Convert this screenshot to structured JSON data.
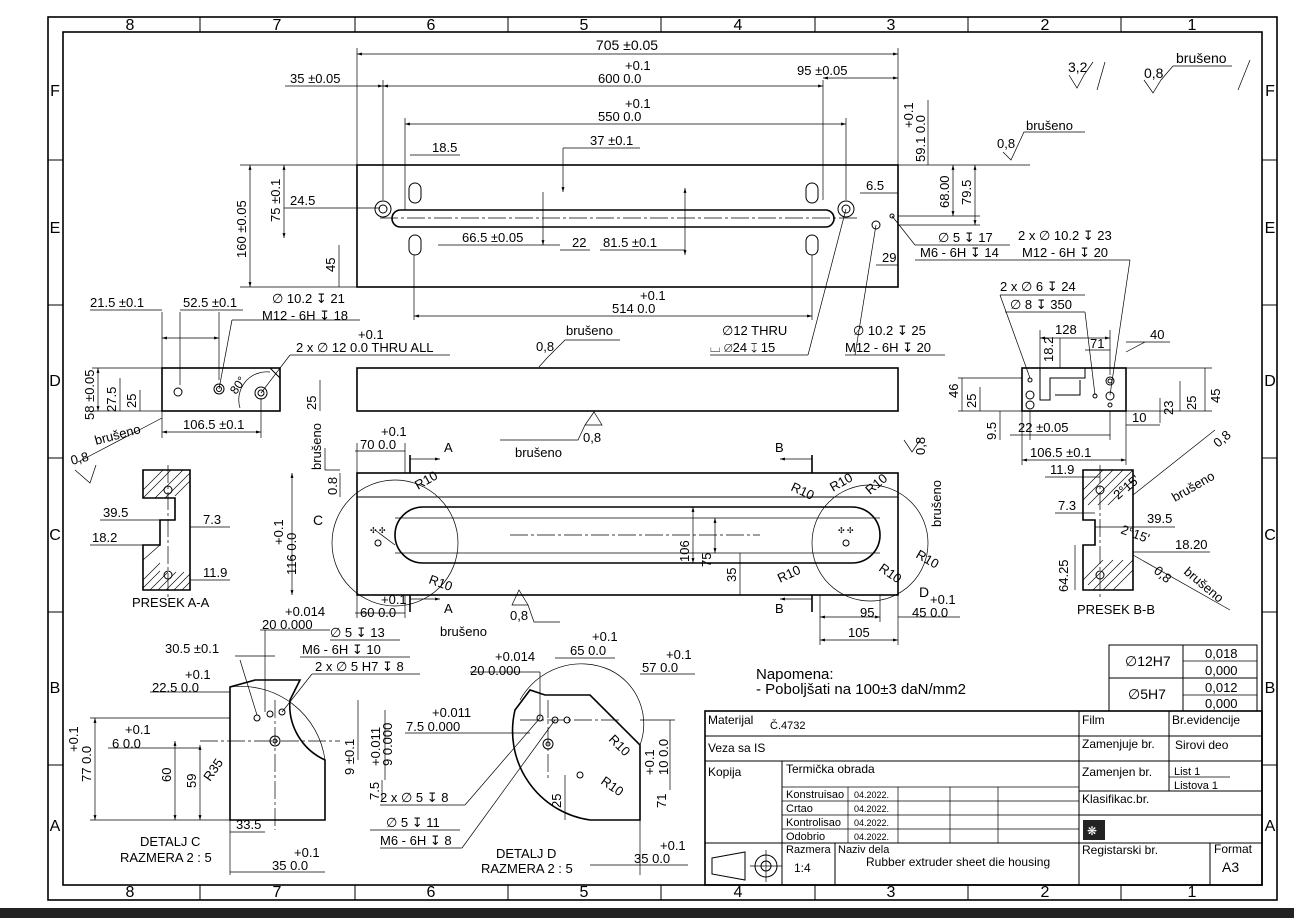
{
  "border": {
    "columns": [
      "8",
      "7",
      "6",
      "5",
      "4",
      "3",
      "2",
      "1"
    ],
    "rows": [
      "F",
      "E",
      "D",
      "C",
      "B",
      "A"
    ]
  },
  "top_view": {
    "dims": {
      "overall_len": "705 ±0.05",
      "len_600_tol": "+0.1",
      "len_600": "600  0.0",
      "len_550_tol": "+0.1",
      "len_550": "550  0.0",
      "left_35": "35 ±0.05",
      "right_95": "95 ±0.05",
      "d18_5": "18.5",
      "d37": "37 ±0.1",
      "height_160": "160 ±0.05",
      "d75": "75 ±0.1",
      "d24_5": "24.5",
      "d45": "45",
      "d66_5": "66.5 ±0.05",
      "d22": "22",
      "d81_5": "81.5 ±0.1",
      "d514_tol": "+0.1",
      "d514": "514  0.0",
      "d59_1_tol": "+0.1",
      "d59_1": "59.1  0.0",
      "d6_5": "6.5",
      "d68": "68.00",
      "d79_5": "79.5",
      "d29": "29"
    },
    "hole_notes": {
      "h5": "∅ 5 ↧ 17",
      "m6": "M6 - 6H ↧ 14",
      "h10_2x": "2 x ∅ 10.2 ↧ 23",
      "m12_20": "M12 - 6H ↧ 20",
      "h12thru": "∅12 THRU",
      "cbore": "⌴ ∅24 ↧ 15",
      "h10_25": "∅ 10.2 ↧ 25",
      "m12_20b": "M12 - 6H ↧ 20"
    },
    "finish": "0,8",
    "brus": "brušeno"
  },
  "left_view": {
    "d21_5": "21.5 ±0.1",
    "d52_5": "52.5 ±0.1",
    "h10_21": "∅ 10.2 ↧ 21",
    "m12_18": "M12 - 6H ↧ 18",
    "thru_tol": "+0.1",
    "thru": "2 x ∅ 12   0.0 THRU ALL",
    "d58": "58 ±0.05",
    "d27_5": "27.5",
    "d25": "25",
    "d25b": "25",
    "ang": "80°",
    "d106_5": "106.5 ±0.1",
    "brus": "brušeno",
    "finish": "0,8"
  },
  "section_aa": {
    "d39_5": "39.5",
    "d18_2": "18.2",
    "d7_3": "7.3",
    "d11_9": "11.9",
    "title": "PRESEK A-A"
  },
  "front_view": {
    "brus_top": "brušeno",
    "fin_top": "0,8",
    "d70_tol": "+0.1",
    "d70": "70  0.0",
    "A": "A",
    "B": "B",
    "C": "C",
    "D": "D",
    "r10": "R10",
    "d116_tol": "+0.1",
    "d116": "116  0.0",
    "d106": "106",
    "d75": "75",
    "d35": "35",
    "d60_tol": "+0.1",
    "d60": "60  0.0",
    "d95": "95",
    "d45_tol": "+0.1",
    "d45": "45  0.0",
    "d105": "105",
    "d0_8": "0.8",
    "brus_left": "brušeno",
    "brus_bot": "brušeno",
    "fin_bot": "0,8",
    "brus_right": "brušeno",
    "fin_right": "0,8"
  },
  "right_view": {
    "h6": "2 x ∅ 6 ↧ 24",
    "h8": "∅ 8 ↧ 350",
    "d128": "128",
    "d18_2": "18.2",
    "d71": "71",
    "d40": "40",
    "d46": "46",
    "d25": "25",
    "d9_5": "9.5",
    "d22": "22 ±0.05",
    "d10": "10",
    "d23": "23",
    "d25b": "25",
    "d45": "45",
    "d106_5": "106.5 ±0.1"
  },
  "section_bb": {
    "d11_9": "11.9",
    "d7_3": "7.3",
    "d39_5": "39.5",
    "d18_20": "18.20",
    "d64_25": "64.25",
    "a1": "2°15'",
    "a2": "2°15'",
    "brus1": "brušeno",
    "fin1": "0,8",
    "brus2": "brušeno",
    "fin2": "0,8",
    "title": "PRESEK B-B"
  },
  "detail_c": {
    "d30_5": "30.5 ±0.1",
    "d22_5_tol": "+0.1",
    "d22_5": "22.5  0.0",
    "d20_tol": "+0.014",
    "d20": "20  0.000",
    "h5_13": "∅ 5 ↧ 13",
    "m6_10": "M6 - 6H ↧ 10",
    "h5h7": "2 x ∅ 5 H7 ↧ 8",
    "d6_tol": "+0.1",
    "d6": "6  0.0",
    "d77_tol": "+0.1",
    "d77": "77  0.0",
    "d60": "60",
    "d59": "59",
    "r35": "R35",
    "d9": "9 ±0.1",
    "d33_5": "33.5",
    "d35_tol": "+0.1",
    "d35": "35  0.0",
    "title1": "DETALJ C",
    "title2": "RAZMERA 2 : 5"
  },
  "detail_d": {
    "d20_tol": "+0.014",
    "d20": "20  0.000",
    "d65_tol": "+0.1",
    "d65": "65  0.0",
    "d57_tol": "+0.1",
    "d57": "57  0.0",
    "d7_5_tol": "+0.011",
    "d7_5": "7.5  0.000",
    "d9_tol": "+0.011",
    "d9": "9  0.000",
    "d7_5b": "7.5",
    "h5_8": "2 x ∅ 5 ↧ 8",
    "h5_11": "∅ 5 ↧ 11",
    "m6_8": "M6 - 6H ↧ 8",
    "r10": "R10",
    "d25": "25",
    "d10_tol": "+0.1",
    "d10": "10  0.0",
    "d71": "71",
    "d35_tol": "+0.1",
    "d35": "35  0.0",
    "title1": "DETALJ D",
    "title2": "RAZMERA 2 : 5"
  },
  "notes": {
    "heading": "Napomena:",
    "line1": "- Poboljšati na 100±3 daN/mm2"
  },
  "roughness": {
    "a": "3,2",
    "b": "0,8",
    "b_label": "brušeno"
  },
  "tolerance_table": {
    "r1_label": "∅12H7",
    "r1_upper": "0,018",
    "r1_lower": "0,000",
    "r2_label": "∅5H7",
    "r2_upper": "0,012",
    "r2_lower": "0,000"
  },
  "title_block": {
    "materijal": "Materijal",
    "material_val": "Č.4732",
    "veza": "Veza sa IS",
    "kopija": "Kopija",
    "termicka": "Termička obrada",
    "konstruisao": "Konstruisao",
    "crtao": "Crtao",
    "kontrolisao": "Kontrolisao",
    "odobrio": "Odobrio",
    "date": "04.2022.",
    "razmera": "Razmera",
    "razmera_val": "1:4",
    "naziv": "Naziv dela",
    "naziv_val": "Rubber extruder sheet die housing",
    "film": "Film",
    "brev": "Br.evidencije",
    "zamenjuje": "Zamenjuje br.",
    "sirovi": "Sirovi deo",
    "zamenjen": "Zamenjen br.",
    "list": "List  1",
    "listova": "Listova  1",
    "klasifikac": "Klasifikac.br.",
    "registarski": "Registarski br.",
    "format": "Format",
    "format_val": "A3"
  }
}
